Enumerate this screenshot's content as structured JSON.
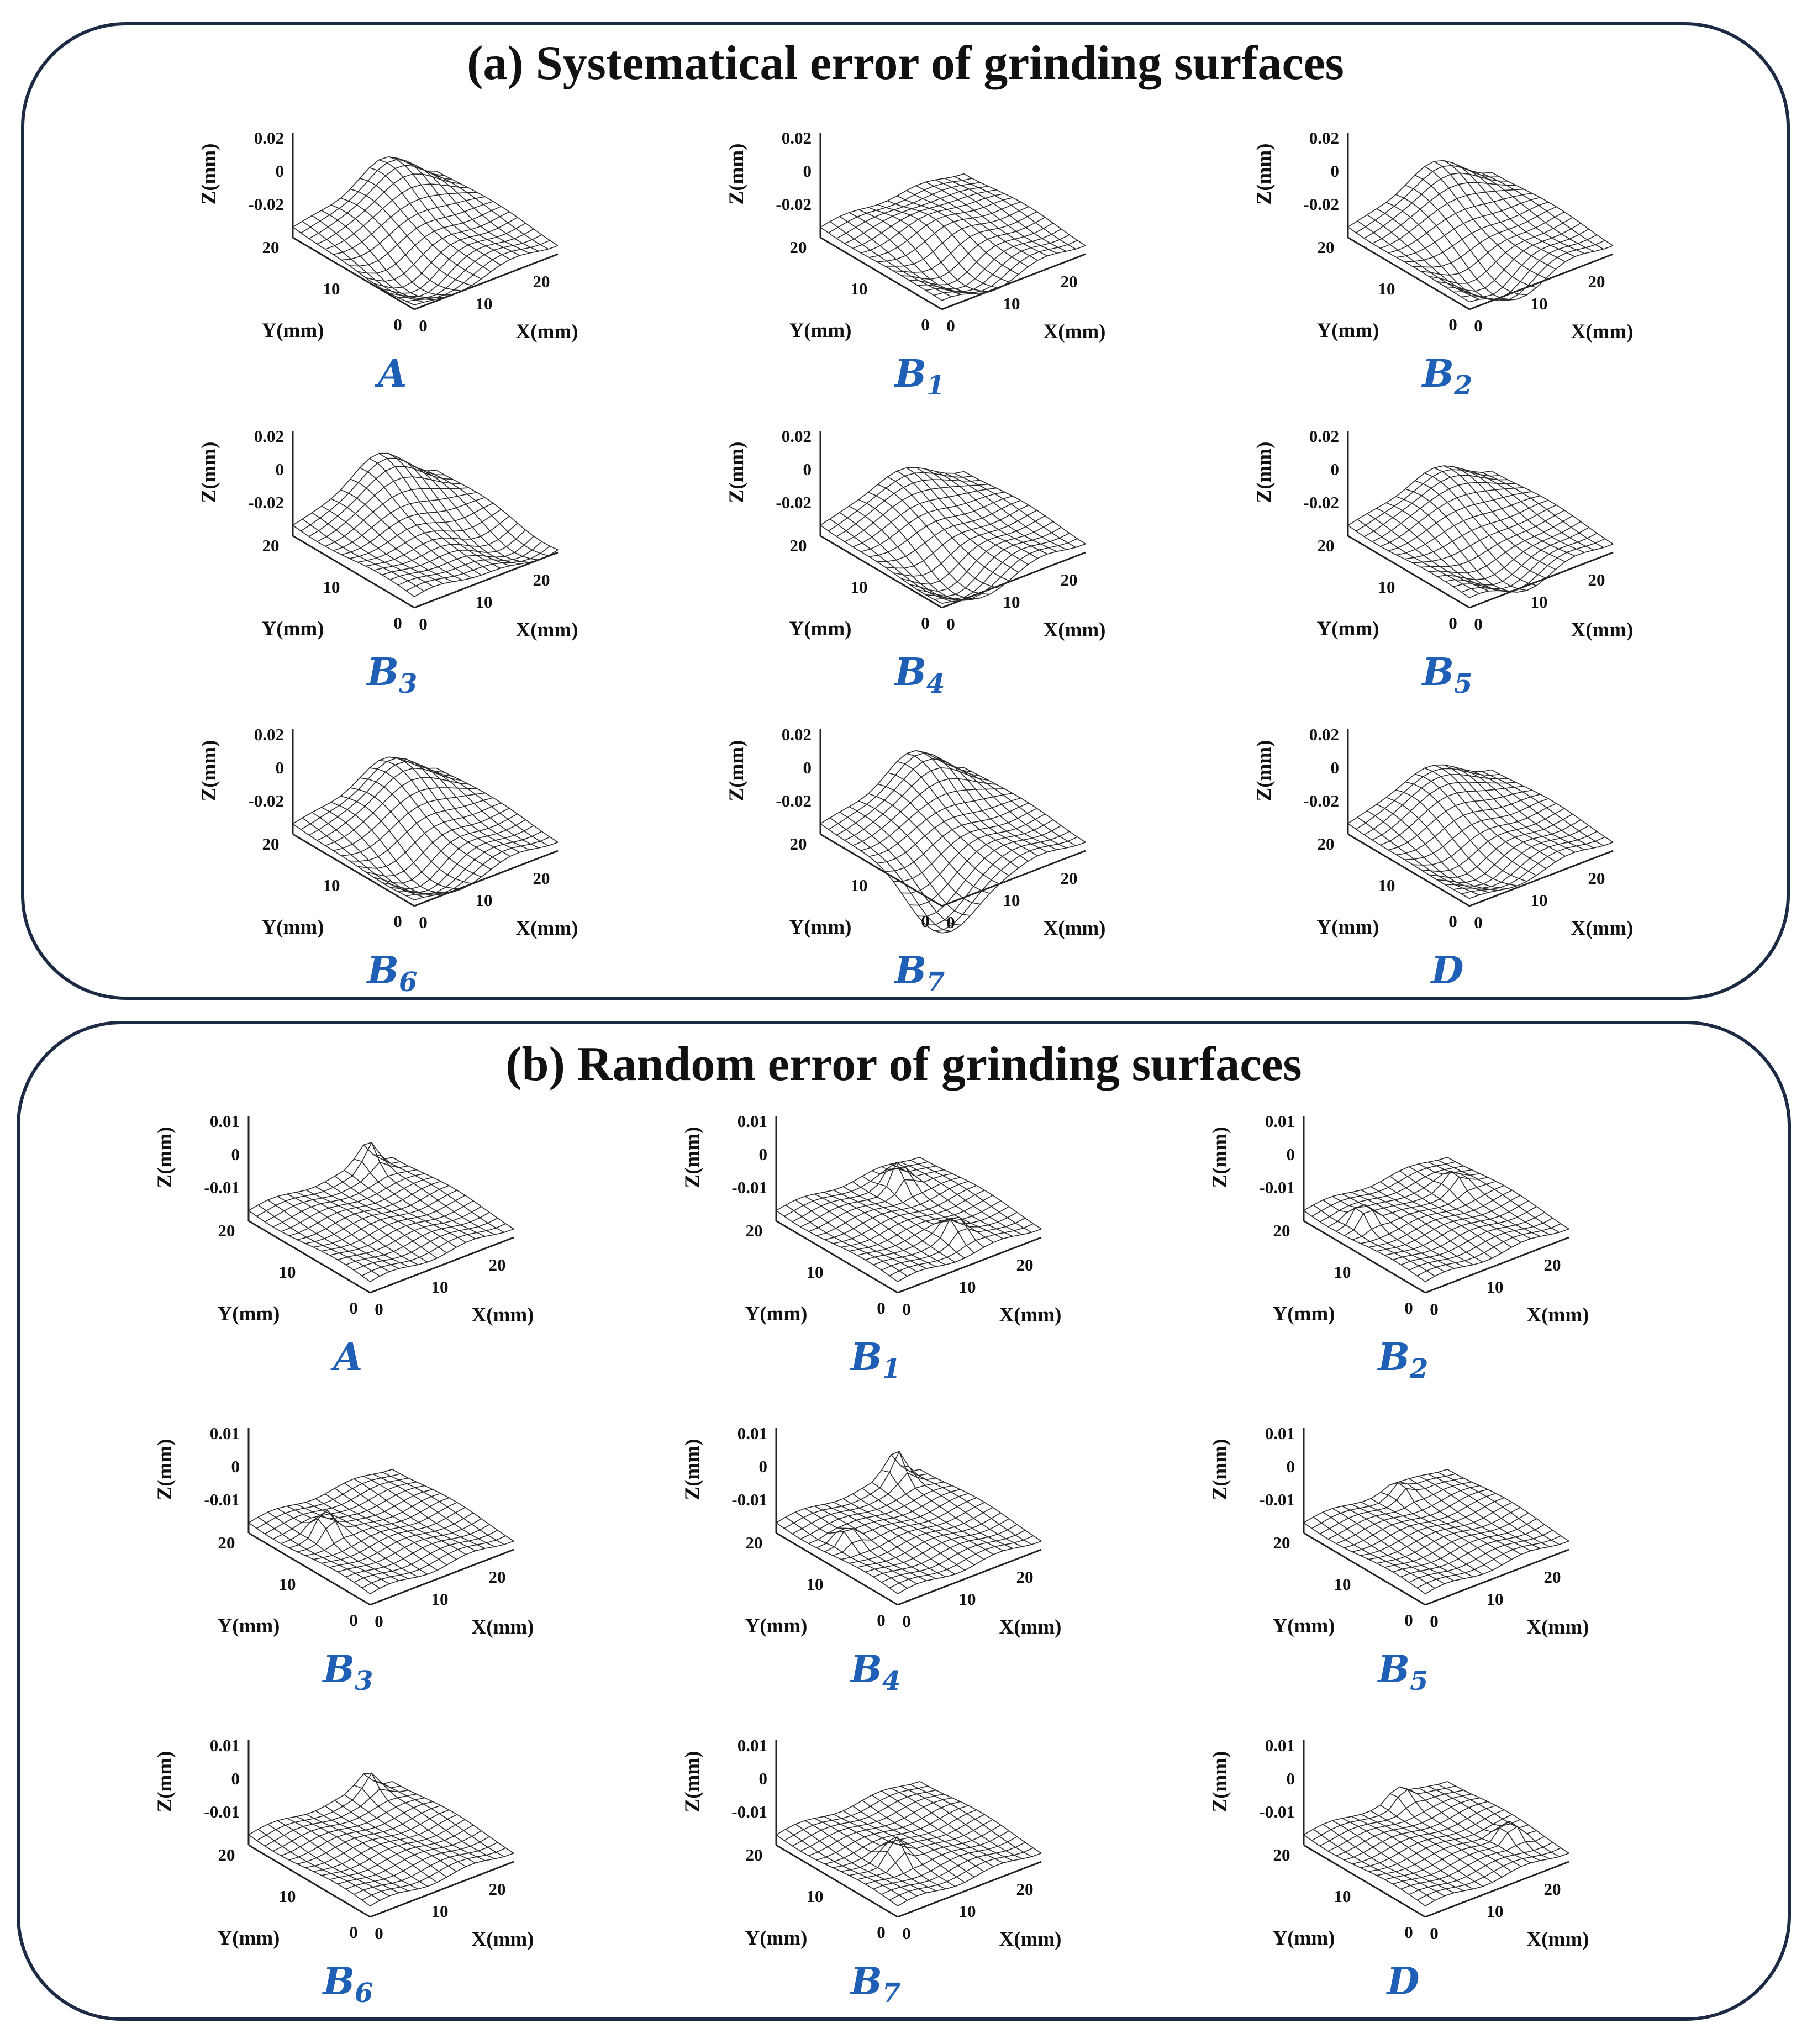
{
  "colors": {
    "border": "#1c2a44",
    "label": "#1f5fb5",
    "mesh": "#2a2a2a"
  },
  "panels": [
    {
      "title": "(a) Systematical error of grinding surfaces",
      "zticks": [
        "0.02",
        "0",
        "-0.02"
      ]
    },
    {
      "title": "(b) Random error of grinding surfaces",
      "zticks": [
        "0.01",
        "0",
        "-0.01"
      ]
    }
  ],
  "axes": {
    "zlabel": "Z(mm)",
    "ylabel": "Y(mm)",
    "xlabel": "X(mm)",
    "xticks": [
      "0",
      "10",
      "20"
    ],
    "yticks": [
      "20",
      "10",
      "0"
    ]
  },
  "chart_data": [
    {
      "type": "surface",
      "panel": "a",
      "case": "A",
      "sub": "",
      "xlabel": "X(mm)",
      "ylabel": "Y(mm)",
      "zlabel": "Z(mm)",
      "xlim": [
        0,
        25
      ],
      "ylim": [
        0,
        20
      ],
      "zlim": [
        -0.02,
        0.02
      ],
      "zticks": [
        0.02,
        0,
        -0.02
      ],
      "grid_shape": [
        16,
        16
      ],
      "features": [
        {
          "x": 15,
          "y": 18,
          "z": 0.022
        },
        {
          "x": 5,
          "y": 5,
          "z": -0.014
        }
      ]
    },
    {
      "type": "surface",
      "panel": "a",
      "case": "B",
      "sub": "1",
      "xlabel": "X(mm)",
      "ylabel": "Y(mm)",
      "zlabel": "Z(mm)",
      "xlim": [
        0,
        25
      ],
      "ylim": [
        0,
        20
      ],
      "zlim": [
        -0.02,
        0.02
      ],
      "zticks": [
        0.02,
        0,
        -0.02
      ],
      "grid_shape": [
        16,
        16
      ],
      "features": [
        {
          "x": 13,
          "y": 12,
          "z": 0.008
        },
        {
          "x": 8,
          "y": 5,
          "z": -0.012
        }
      ]
    },
    {
      "type": "surface",
      "panel": "a",
      "case": "B",
      "sub": "2",
      "xlabel": "X(mm)",
      "ylabel": "Y(mm)",
      "zlabel": "Z(mm)",
      "xlim": [
        0,
        25
      ],
      "ylim": [
        0,
        20
      ],
      "zlim": [
        -0.02,
        0.02
      ],
      "zticks": [
        0.02,
        0,
        -0.02
      ],
      "grid_shape": [
        16,
        16
      ],
      "features": [
        {
          "x": 14,
          "y": 19,
          "z": 0.02
        },
        {
          "x": 8,
          "y": 4,
          "z": -0.016
        }
      ]
    },
    {
      "type": "surface",
      "panel": "a",
      "case": "B",
      "sub": "3",
      "xlabel": "X(mm)",
      "ylabel": "Y(mm)",
      "zlabel": "Z(mm)",
      "xlim": [
        0,
        25
      ],
      "ylim": [
        0,
        20
      ],
      "zlim": [
        -0.02,
        0.02
      ],
      "zticks": [
        0.02,
        0,
        -0.02
      ],
      "grid_shape": [
        16,
        16
      ],
      "features": [
        {
          "x": 14,
          "y": 19,
          "z": 0.024
        },
        {
          "x": 20,
          "y": 4,
          "z": -0.01
        }
      ]
    },
    {
      "type": "surface",
      "panel": "a",
      "case": "B",
      "sub": "4",
      "xlabel": "X(mm)",
      "ylabel": "Y(mm)",
      "zlabel": "Z(mm)",
      "xlim": [
        0,
        25
      ],
      "ylim": [
        0,
        20
      ],
      "zlim": [
        -0.02,
        0.02
      ],
      "zticks": [
        0.02,
        0,
        -0.02
      ],
      "grid_shape": [
        16,
        16
      ],
      "features": [
        {
          "x": 13,
          "y": 19,
          "z": 0.016
        },
        {
          "x": 6,
          "y": 4,
          "z": -0.015
        }
      ]
    },
    {
      "type": "surface",
      "panel": "a",
      "case": "B",
      "sub": "5",
      "xlabel": "X(mm)",
      "ylabel": "Y(mm)",
      "zlabel": "Z(mm)",
      "xlim": [
        0,
        25
      ],
      "ylim": [
        0,
        20
      ],
      "zlim": [
        -0.02,
        0.02
      ],
      "zticks": [
        0.02,
        0,
        -0.02
      ],
      "grid_shape": [
        16,
        16
      ],
      "features": [
        {
          "x": 14,
          "y": 18,
          "z": 0.016
        },
        {
          "x": 10,
          "y": 4,
          "z": -0.012
        }
      ]
    },
    {
      "type": "surface",
      "panel": "a",
      "case": "B",
      "sub": "6",
      "xlabel": "X(mm)",
      "ylabel": "Y(mm)",
      "zlabel": "Z(mm)",
      "xlim": [
        0,
        25
      ],
      "ylim": [
        0,
        20
      ],
      "zlim": [
        -0.02,
        0.02
      ],
      "zticks": [
        0.02,
        0,
        -0.02
      ],
      "grid_shape": [
        16,
        16
      ],
      "features": [
        {
          "x": 15,
          "y": 17,
          "z": 0.022
        },
        {
          "x": 6,
          "y": 5,
          "z": -0.014
        }
      ]
    },
    {
      "type": "surface",
      "panel": "a",
      "case": "B",
      "sub": "7",
      "xlabel": "X(mm)",
      "ylabel": "Y(mm)",
      "zlabel": "Z(mm)",
      "xlim": [
        0,
        25
      ],
      "ylim": [
        0,
        20
      ],
      "zlim": [
        -0.02,
        0.02
      ],
      "zticks": [
        0.02,
        0,
        -0.02
      ],
      "grid_shape": [
        16,
        16
      ],
      "features": [
        {
          "x": 15,
          "y": 18,
          "z": 0.024
        },
        {
          "x": 2,
          "y": 2,
          "z": -0.028
        }
      ]
    },
    {
      "type": "surface",
      "panel": "a",
      "case": "D",
      "sub": "",
      "xlabel": "X(mm)",
      "ylabel": "Y(mm)",
      "zlabel": "Z(mm)",
      "xlim": [
        0,
        25
      ],
      "ylim": [
        0,
        20
      ],
      "zlim": [
        -0.02,
        0.02
      ],
      "zticks": [
        0.02,
        0,
        -0.02
      ],
      "grid_shape": [
        16,
        16
      ],
      "features": [
        {
          "x": 13,
          "y": 18,
          "z": 0.018
        },
        {
          "x": 6,
          "y": 5,
          "z": -0.01
        }
      ]
    },
    {
      "type": "surface",
      "panel": "b",
      "case": "A",
      "sub": "",
      "xlabel": "X(mm)",
      "ylabel": "Y(mm)",
      "zlabel": "Z(mm)",
      "xlim": [
        0,
        25
      ],
      "ylim": [
        0,
        20
      ],
      "zlim": [
        -0.01,
        0.01
      ],
      "zticks": [
        0.01,
        0,
        -0.01
      ],
      "grid_shape": [
        16,
        16
      ],
      "features": [
        {
          "x": 20,
          "y": 19,
          "z": 0.008
        }
      ]
    },
    {
      "type": "surface",
      "panel": "b",
      "case": "B",
      "sub": "1",
      "xlabel": "X(mm)",
      "ylabel": "Y(mm)",
      "zlabel": "Z(mm)",
      "xlim": [
        0,
        25
      ],
      "ylim": [
        0,
        20
      ],
      "zlim": [
        -0.01,
        0.01
      ],
      "zticks": [
        0.01,
        0,
        -0.01
      ],
      "grid_shape": [
        16,
        16
      ],
      "features": [
        {
          "x": 17,
          "y": 16,
          "z": 0.008
        },
        {
          "x": 14,
          "y": 4,
          "z": 0.006
        }
      ]
    },
    {
      "type": "surface",
      "panel": "b",
      "case": "B",
      "sub": "2",
      "xlabel": "X(mm)",
      "ylabel": "Y(mm)",
      "zlabel": "Z(mm)",
      "xlim": [
        0,
        25
      ],
      "ylim": [
        0,
        20
      ],
      "zlim": [
        -0.01,
        0.01
      ],
      "zticks": [
        0.01,
        0,
        -0.01
      ],
      "grid_shape": [
        16,
        16
      ],
      "features": [
        {
          "x": 4,
          "y": 14,
          "z": 0.006
        },
        {
          "x": 20,
          "y": 14,
          "z": 0.004
        }
      ]
    },
    {
      "type": "surface",
      "panel": "b",
      "case": "B",
      "sub": "3",
      "xlabel": "X(mm)",
      "ylabel": "Y(mm)",
      "zlabel": "Z(mm)",
      "xlim": [
        0,
        25
      ],
      "ylim": [
        0,
        20
      ],
      "zlim": [
        -0.01,
        0.01
      ],
      "zticks": [
        0.01,
        0,
        -0.01
      ],
      "grid_shape": [
        16,
        16
      ],
      "features": [
        {
          "x": 6,
          "y": 13,
          "z": 0.007
        }
      ]
    },
    {
      "type": "surface",
      "panel": "b",
      "case": "B",
      "sub": "4",
      "xlabel": "X(mm)",
      "ylabel": "Y(mm)",
      "zlabel": "Z(mm)",
      "xlim": [
        0,
        25
      ],
      "ylim": [
        0,
        20
      ],
      "zlim": [
        -0.01,
        0.01
      ],
      "zticks": [
        0.01,
        0,
        -0.01
      ],
      "grid_shape": [
        16,
        16
      ],
      "features": [
        {
          "x": 20,
          "y": 19,
          "z": 0.009
        },
        {
          "x": 4,
          "y": 12,
          "z": 0.005
        }
      ]
    },
    {
      "type": "surface",
      "panel": "b",
      "case": "B",
      "sub": "5",
      "xlabel": "X(mm)",
      "ylabel": "Y(mm)",
      "zlabel": "Z(mm)",
      "xlim": [
        0,
        25
      ],
      "ylim": [
        0,
        20
      ],
      "zlim": [
        -0.01,
        0.01
      ],
      "zticks": [
        0.01,
        0,
        -0.01
      ],
      "grid_shape": [
        16,
        16
      ],
      "features": [
        {
          "x": 15,
          "y": 18,
          "z": 0.004
        }
      ]
    },
    {
      "type": "surface",
      "panel": "b",
      "case": "B",
      "sub": "6",
      "xlabel": "X(mm)",
      "ylabel": "Y(mm)",
      "zlabel": "Z(mm)",
      "xlim": [
        0,
        25
      ],
      "ylim": [
        0,
        20
      ],
      "zlim": [
        -0.01,
        0.01
      ],
      "zticks": [
        0.01,
        0,
        -0.01
      ],
      "grid_shape": [
        16,
        16
      ],
      "features": [
        {
          "x": 20,
          "y": 19,
          "z": 0.006
        }
      ]
    },
    {
      "type": "surface",
      "panel": "b",
      "case": "B",
      "sub": "7",
      "xlabel": "X(mm)",
      "ylabel": "Y(mm)",
      "zlabel": "Z(mm)",
      "xlim": [
        0,
        25
      ],
      "ylim": [
        0,
        20
      ],
      "zlim": [
        -0.01,
        0.01
      ],
      "zticks": [
        0.01,
        0,
        -0.01
      ],
      "grid_shape": [
        16,
        16
      ],
      "features": [
        {
          "x": 8,
          "y": 8,
          "z": 0.007
        }
      ]
    },
    {
      "type": "surface",
      "panel": "b",
      "case": "D",
      "sub": "",
      "xlabel": "X(mm)",
      "ylabel": "Y(mm)",
      "zlabel": "Z(mm)",
      "xlim": [
        0,
        25
      ],
      "ylim": [
        0,
        20
      ],
      "zlim": [
        -0.01,
        0.01
      ],
      "zticks": [
        0.01,
        0,
        -0.01
      ],
      "grid_shape": [
        16,
        16
      ],
      "features": [
        {
          "x": 21,
          "y": 6,
          "z": 0.006
        },
        {
          "x": 16,
          "y": 19,
          "z": 0.004
        }
      ]
    }
  ]
}
